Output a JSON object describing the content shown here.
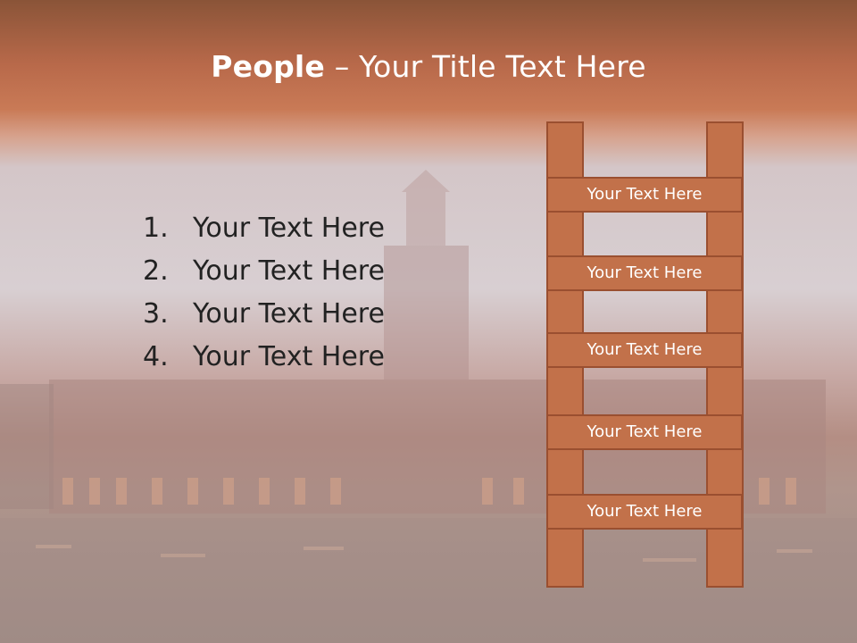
{
  "slide": {
    "title_bold": "People",
    "title_dash": " – ",
    "title_rest": "Your Title Text Here"
  },
  "list": [
    {
      "number": "1.",
      "text": "Your Text Here"
    },
    {
      "number": "2.",
      "text": "Your Text Here"
    },
    {
      "number": "3.",
      "text": "Your Text Here"
    },
    {
      "number": "4.",
      "text": "Your Text Here"
    }
  ],
  "ladder": {
    "rungs": [
      "Your Text Here",
      "Your Text Here",
      "Your Text Here",
      "Your Text Here",
      "Your Text Here"
    ]
  },
  "colors": {
    "header_band": "#b8694a",
    "ladder_fill": "#c2714a",
    "ladder_border": "#9a4f30",
    "title_text": "#ffffff",
    "list_text": "#222222"
  }
}
